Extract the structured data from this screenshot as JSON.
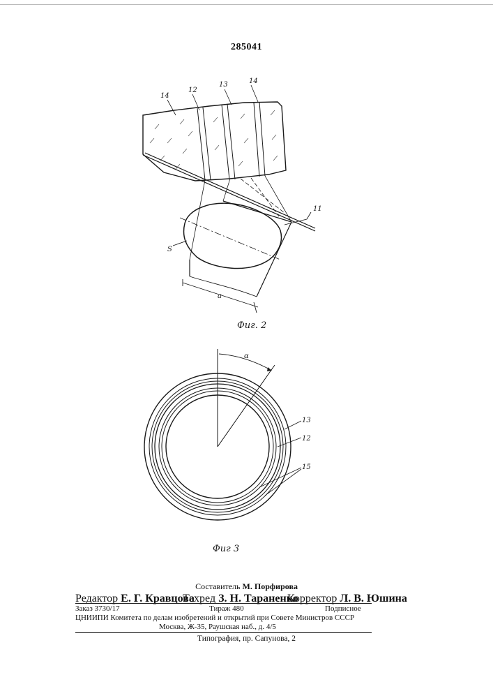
{
  "header": {
    "patent_number": "285041"
  },
  "fig2": {
    "labels": {
      "l14a": "14",
      "l12": "12",
      "l13": "13",
      "l14b": "14",
      "l11": "11",
      "lS": "S",
      "la": "a"
    },
    "caption": "Фиг. 2"
  },
  "fig3": {
    "labels": {
      "alpha": "α",
      "l13": "13",
      "l12": "12",
      "l15": "15"
    },
    "caption": "Фиг 3"
  },
  "footer": {
    "compiler_label": "Составитель",
    "compiler_name": "М. Порфирова",
    "editor_label": "Редактор",
    "editor_name": "Е. Г. Кравцова",
    "techred_label": "Техред",
    "techred_name": "З. Н. Тараненко",
    "corrector_label": "Корректор",
    "corrector_name": "Л. В. Юшина",
    "order": "Заказ 3730/17",
    "circulation": "Тираж 480",
    "subscription": "Подписное",
    "org_line": "ЦНИИПИ Комитета по делам изобретений и открытий при Совете Министров СССР",
    "address": "Москва, Ж-35, Раушская наб., д. 4/5",
    "printer": "Типография, пр. Сапунова, 2"
  }
}
